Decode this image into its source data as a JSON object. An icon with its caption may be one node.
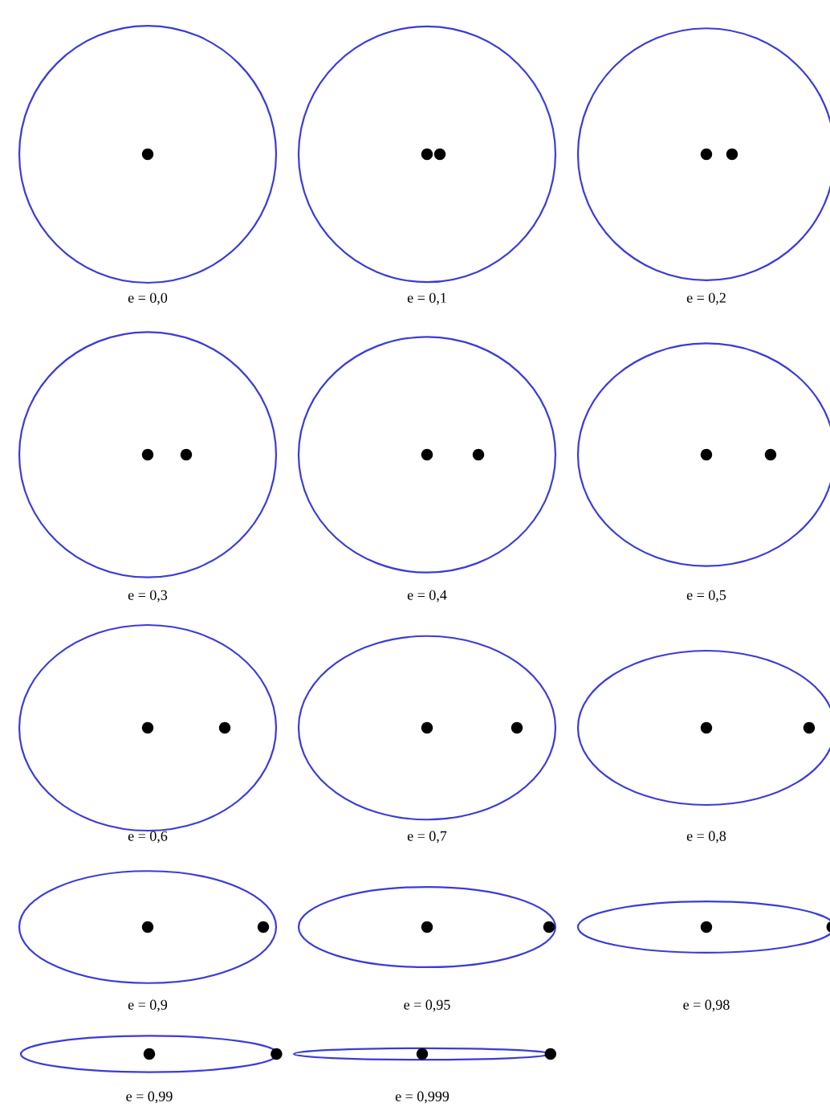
{
  "diagram": {
    "nodes": [
      {
        "text": [],
        "shape": "ellipse",
        "beside": [
          "e = 0,0"
        ]
      },
      {
        "text": [],
        "shape": "ellipse",
        "beside": [
          "e = 0,1"
        ]
      },
      {
        "text": [],
        "shape": "ellipse",
        "beside": [
          "e = 0,2"
        ]
      },
      {
        "text": [],
        "shape": "ellipse",
        "beside": [
          "e = 0,3"
        ]
      },
      {
        "text": [],
        "shape": "ellipse",
        "beside": [
          "e = 0,4"
        ]
      },
      {
        "text": [],
        "shape": "ellipse",
        "beside": [
          "e = 0,5"
        ]
      },
      {
        "text": [],
        "shape": "ellipse",
        "beside": [
          "e = 0,6"
        ]
      },
      {
        "text": [],
        "shape": "ellipse",
        "beside": [
          "e = 0,7"
        ]
      },
      {
        "text": [],
        "shape": "ellipse",
        "beside": [
          "e = 0,8"
        ]
      },
      {
        "text": [],
        "shape": "ellipse",
        "beside": [
          "e = 0,9"
        ]
      },
      {
        "text": [],
        "shape": "ellipse",
        "beside": [
          "e = 0,95"
        ]
      },
      {
        "text": [],
        "shape": "ellipse",
        "beside": [
          "e = 0,98"
        ]
      },
      {
        "text": [],
        "shape": "ellipse",
        "beside": [
          "e = 0,99"
        ]
      },
      {
        "text": [],
        "shape": "ellipse",
        "beside": [
          "e = 0,999"
        ]
      }
    ]
  }
}
